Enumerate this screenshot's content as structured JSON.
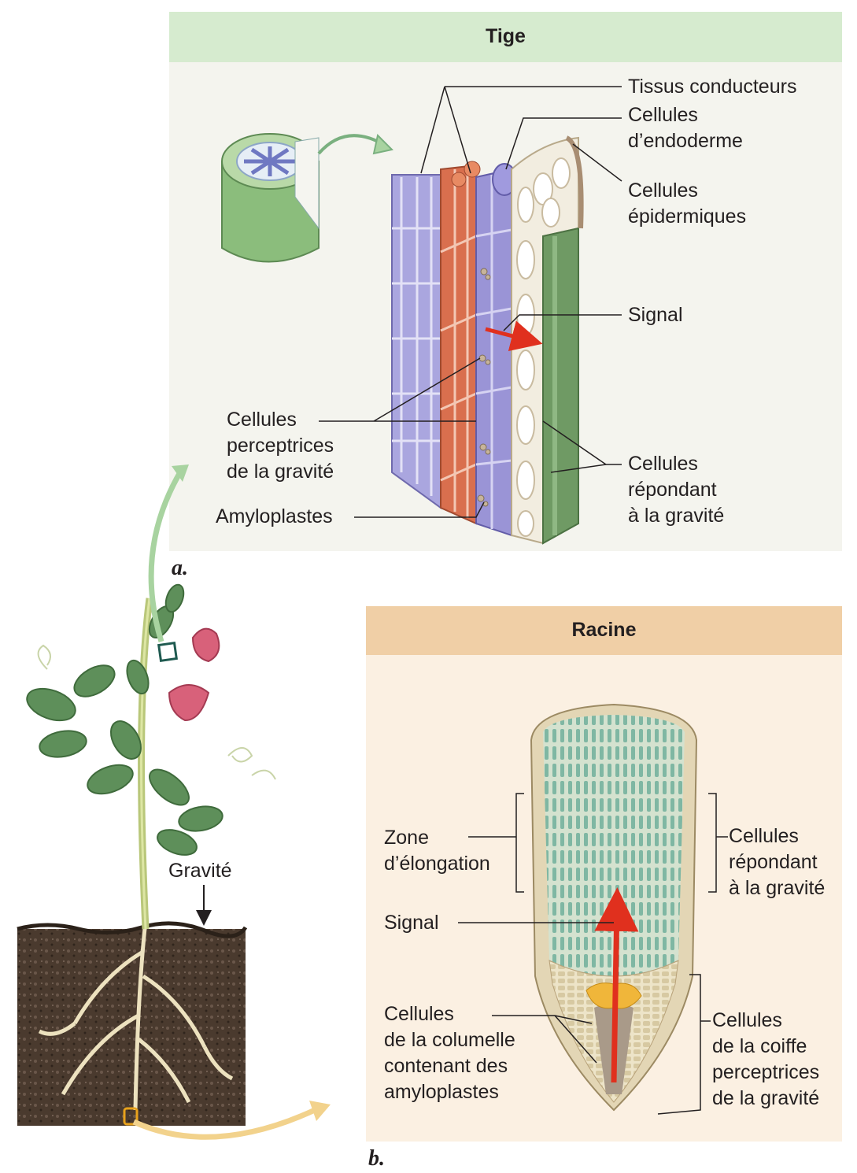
{
  "panel_a": {
    "title": "Tige",
    "letter": "a.",
    "labels": {
      "tissus_conducteurs": "Tissus conducteurs",
      "cellules_endoderme": "Cellules\nd’endoderme",
      "cellules_epidermiques": "Cellules\népidermiques",
      "signal": "Signal",
      "cellules_perceptrices": "Cellules\nperceptrices\nde la gravité",
      "amyloplastes": "Amyloplastes",
      "cellules_repondant": "Cellules\nrépondant\nà la gravité"
    }
  },
  "panel_b": {
    "title": "Racine",
    "letter": "b.",
    "labels": {
      "zone_elongation": "Zone\nd’élongation",
      "signal": "Signal",
      "cellules_columelle": "Cellules\nde la columelle\ncontenant des\namyloplastes",
      "cellules_repondant": "Cellules\nrépondant\nà la gravité",
      "cellules_coiffe": "Cellules\nde la coiffe\nperceptrices\nde la gravité"
    }
  },
  "plant": {
    "gravity_label": "Gravité"
  },
  "colors": {
    "stem_panel_bg": "#f4f4ee",
    "stem_panel_header": "#d6ebcf",
    "root_panel_bg": "#fbf0e2",
    "root_panel_header": "#f0cfa6",
    "signal_arrow": "#e0301e",
    "vascular_purple": "#9a96d4",
    "vascular_orange": "#d96f4e",
    "epidermis_green": "#6f9a64",
    "soil": "#4a3a2e"
  }
}
